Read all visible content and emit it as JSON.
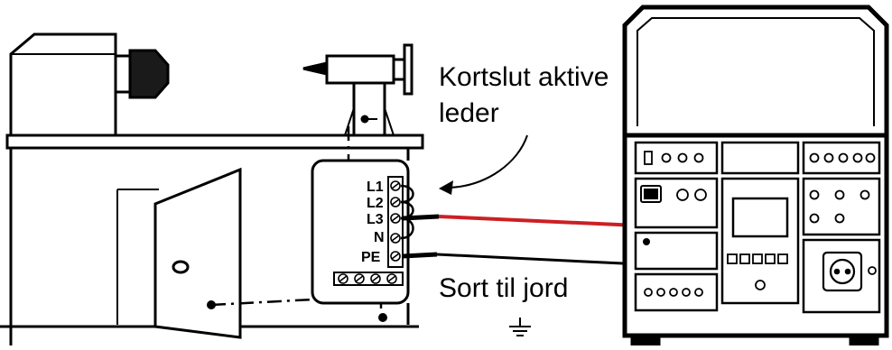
{
  "annotations": {
    "short_active_line1": "Kortslut aktive",
    "short_active_line2": "leder",
    "black_to_earth": "Sort til jord"
  },
  "terminal_labels": [
    "L1",
    "L2",
    "L3",
    "N",
    "PE"
  ],
  "icons": [
    "earth-ground-icon",
    "arrow-icon",
    "power-socket-icon",
    "iec-inlet-icon"
  ],
  "colors": {
    "red_lead": "#cc1f24",
    "black_lead": "#000000",
    "outline": "#000000"
  }
}
